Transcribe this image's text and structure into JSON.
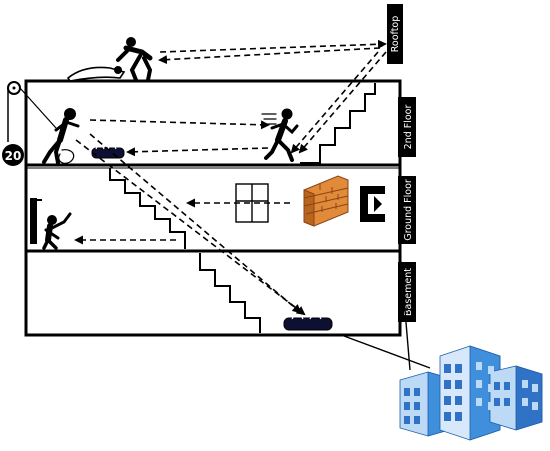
{
  "floor_labels": {
    "rooftop": "Rooftop",
    "second_floor": "2nd Floor",
    "ground_floor": "Ground Floor",
    "basement": "Basement"
  },
  "counter_value": "20",
  "colors": {
    "line": "#000000",
    "brick": "#e08a3a",
    "brick_dark": "#b8651f",
    "building": "#3f8fdc",
    "building_light": "#bcd9f6",
    "window": "#2f72c6"
  },
  "icons": [
    "pulley-icon",
    "rescuer-dragging-victim-icon",
    "climber-icon",
    "running-person-icon",
    "stretcher-icon",
    "window-icon",
    "brick-wall-icon",
    "entry-bracket-icon",
    "door-icon",
    "searching-person-icon",
    "office-building-icon"
  ]
}
